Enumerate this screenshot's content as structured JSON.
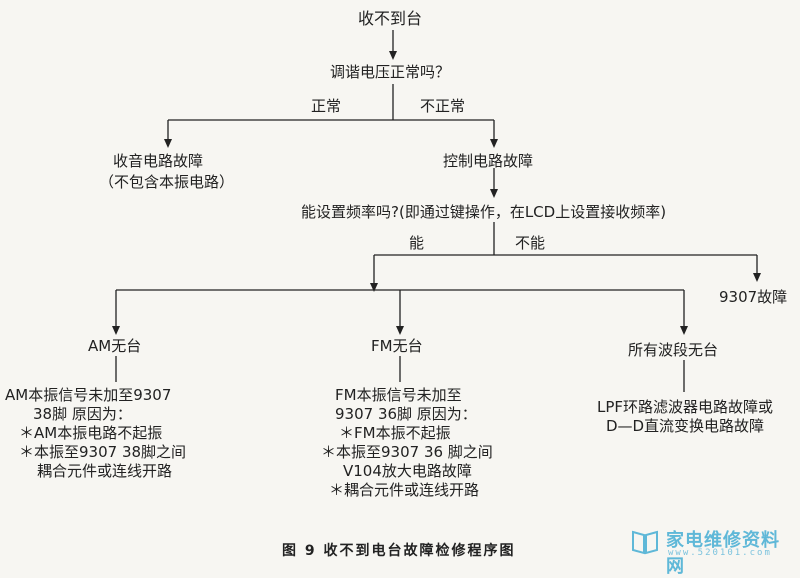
{
  "nodes": {
    "start": "收不到台",
    "q_tuning": "调谐电压正常吗？",
    "label_normal": "正常",
    "label_abnormal": "不正常",
    "radio_fault": "收音电路故障",
    "radio_fault_note": "（不包含本振电路）",
    "control_fault": "控制电路故障",
    "q_freq": "能设置频率吗?(即通过键操作，在LCD上设置接收频率)",
    "label_can": "能",
    "label_cannot": "不能",
    "fault_9307": "9307故障",
    "am_none": "AM无台",
    "fm_none": "FM无台",
    "all_none": "所有波段无台"
  },
  "am_detail": [
    "AM本振信号未加至9307",
    "38脚  原因为：",
    "＊AM本振电路不起振",
    "＊本振至9307  38脚之间",
    "  耦合元件或连线开路"
  ],
  "fm_detail": [
    "FM本振信号未加至",
    "9307  36脚  原因为：",
    "＊FM本振不起振",
    "＊本振至9307  36  脚之间",
    "  V104放大电路故障",
    "＊耦合元件或连线开路"
  ],
  "all_detail": [
    "LPF环路滤波器电路故障或",
    "D—D直流变换电路故障"
  ],
  "caption": "图 9   收不到电台故障检修程序图",
  "watermark": {
    "site": "家电维修资料网",
    "url": "www.520101.com"
  }
}
